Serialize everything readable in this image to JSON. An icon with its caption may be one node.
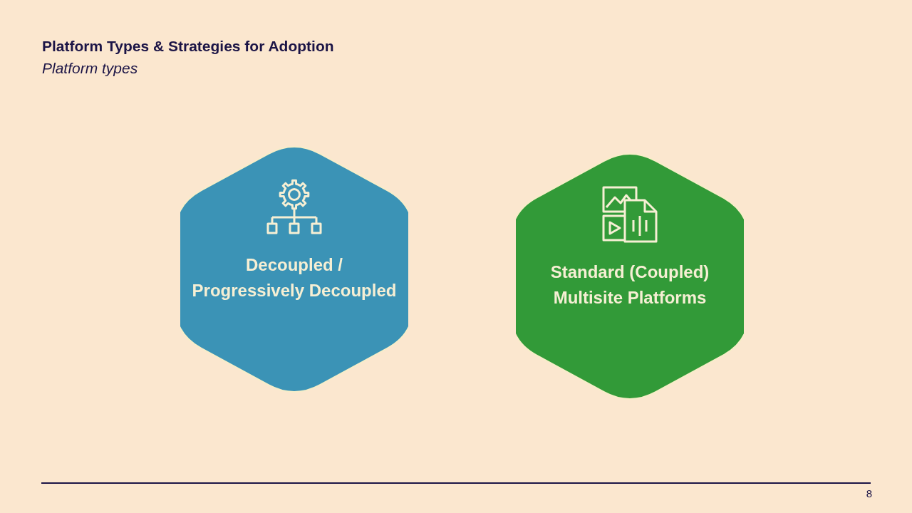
{
  "diagram": {
    "title": "Platform Types & Strategies for Adoption",
    "nodes": [
      {
        "text": [
          "Decoupled / Progressively Decoupled"
        ]
      },
      {
        "text": [
          "Standard (Coupled) Multisite Platforms"
        ]
      }
    ],
    "labels": [
      "Platform types",
      "8"
    ]
  }
}
